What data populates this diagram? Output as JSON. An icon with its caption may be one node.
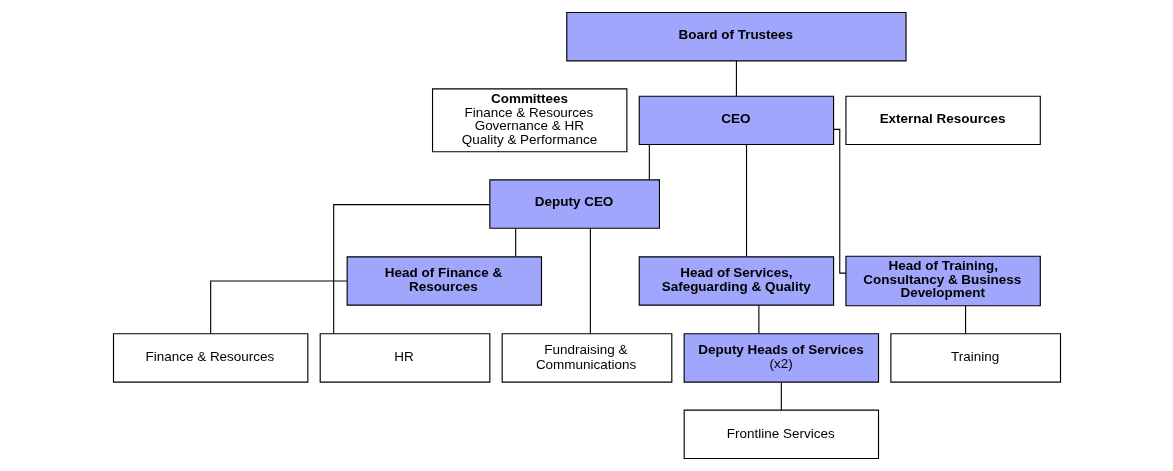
{
  "diagram": {
    "nodes": [
      {
        "text": [
          "Board of Trustees"
        ]
      },
      {
        "text": [
          "Committees",
          "Finance & Resources",
          "Governance & HR",
          "Quality & Performance"
        ]
      },
      {
        "text": [
          "CEO"
        ]
      },
      {
        "text": [
          "External Resources"
        ]
      },
      {
        "text": [
          "Deputy CEO"
        ]
      },
      {
        "text": [
          "Head of Finance & Resources"
        ]
      },
      {
        "text": [
          "Head of Services, Safeguarding & Quality"
        ]
      },
      {
        "text": [
          "Head of Training, Consultancy & Business Development"
        ]
      },
      {
        "text": [
          "Finance & Resources"
        ]
      },
      {
        "text": [
          "HR"
        ]
      },
      {
        "text": [
          "Fundraising & Communications"
        ]
      },
      {
        "text": [
          "Deputy Heads of Services",
          "(x2)"
        ]
      },
      {
        "text": [
          "Training"
        ]
      },
      {
        "text": [
          "Frontline Services"
        ]
      }
    ],
    "edges": [
      {
        "from": 0,
        "to": 2,
        "arrow": "none"
      },
      {
        "from": 2,
        "to": 4,
        "arrow": "none"
      },
      {
        "from": 2,
        "to": 6,
        "arrow": "none"
      },
      {
        "from": 2,
        "to": 7,
        "arrow": "none"
      },
      {
        "from": 4,
        "to": 5,
        "arrow": "none"
      },
      {
        "from": 4,
        "to": 9,
        "arrow": "none"
      },
      {
        "from": 4,
        "to": 10,
        "arrow": "none"
      },
      {
        "from": 5,
        "to": 8,
        "arrow": "none"
      },
      {
        "from": 6,
        "to": 11,
        "arrow": "none"
      },
      {
        "from": 7,
        "to": 12,
        "arrow": "none"
      },
      {
        "from": 11,
        "to": 13,
        "arrow": "none"
      }
    ]
  }
}
